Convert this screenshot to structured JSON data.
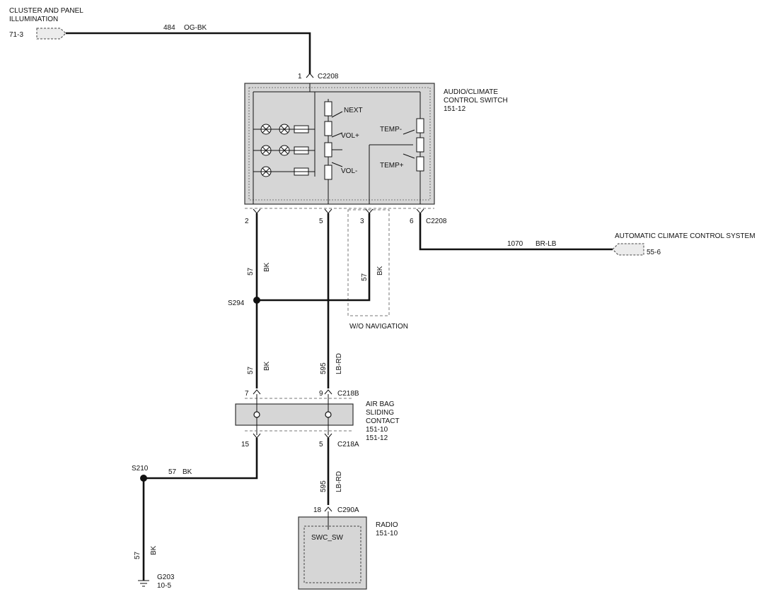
{
  "inputs": {
    "cluster": {
      "title_line1": "CLUSTER AND PANEL",
      "title_line2": "ILLUMINATION",
      "page_ref": "71-3"
    },
    "acc": {
      "title": "AUTOMATIC CLIMATE CONTROL SYSTEM",
      "page_ref": "55-6"
    }
  },
  "wires": {
    "w484": {
      "circuit": "484",
      "color": "OG-BK"
    },
    "w1070": {
      "circuit": "1070",
      "color": "BR-LB"
    },
    "w57_pin2": {
      "circuit": "57",
      "color": "BK"
    },
    "w57_pin3": {
      "circuit": "57",
      "color": "BK"
    },
    "w57_mid": {
      "circuit": "57",
      "color": "BK"
    },
    "w595_top": {
      "circuit": "595",
      "color": "LB-RD"
    },
    "w57_s210": {
      "circuit": "57",
      "color": "BK"
    },
    "w595_bot": {
      "circuit": "595",
      "color": "LB-RD"
    },
    "w57_gnd": {
      "circuit": "57",
      "color": "BK"
    }
  },
  "components": {
    "audio_switch": {
      "line1": "AUDIO/CLIMATE",
      "line2": "CONTROL SWITCH",
      "page_ref": "151-12"
    },
    "airbag": {
      "line1": "AIR BAG",
      "line2": "SLIDING",
      "line3": "CONTACT",
      "ref1": "151-10",
      "ref2": "151-12"
    },
    "radio": {
      "title": "RADIO",
      "page_ref": "151-10",
      "inner_label": "SWC_SW"
    }
  },
  "switch_labels": {
    "next": "NEXT",
    "vol_up": "VOL+",
    "vol_down": "VOL-",
    "temp_down": "TEMP-",
    "temp_up": "TEMP+"
  },
  "connectors": {
    "c2208_top": {
      "pin": "1",
      "name": "C2208"
    },
    "c2208_bottom": {
      "pin2": "2",
      "pin5": "5",
      "pin3": "3",
      "pin6": "6",
      "name": "C2208"
    },
    "c218b": {
      "pin7": "7",
      "pin9": "9",
      "name": "C218B"
    },
    "c218a": {
      "pin15": "15",
      "pin5": "5",
      "name": "C218A"
    },
    "c290a": {
      "pin": "18",
      "name": "C290A"
    }
  },
  "splices": {
    "s294": "S294",
    "s210": "S210"
  },
  "ground": {
    "name": "G203",
    "page_ref": "10-5"
  },
  "notes": {
    "wo_navigation": "W/O NAVIGATION"
  }
}
